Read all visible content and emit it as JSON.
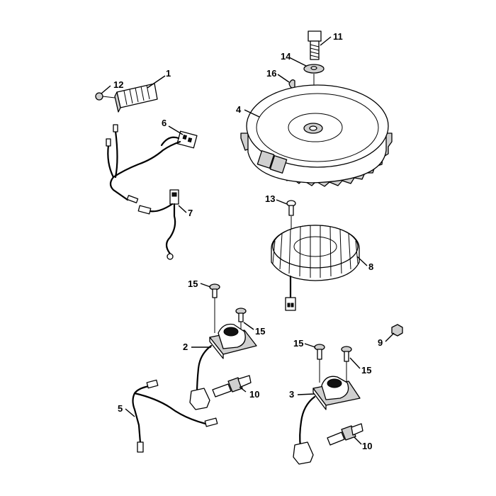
{
  "callouts": [
    {
      "id": "c1",
      "text": "1"
    },
    {
      "id": "c12",
      "text": "12"
    },
    {
      "id": "c6",
      "text": "6"
    },
    {
      "id": "c7",
      "text": "7"
    },
    {
      "id": "c11",
      "text": "11"
    },
    {
      "id": "c14",
      "text": "14"
    },
    {
      "id": "c16",
      "text": "16"
    },
    {
      "id": "c4",
      "text": "4"
    },
    {
      "id": "c13",
      "text": "13"
    },
    {
      "id": "c8",
      "text": "8"
    },
    {
      "id": "c15a",
      "text": "15"
    },
    {
      "id": "c15b",
      "text": "15"
    },
    {
      "id": "c2",
      "text": "2"
    },
    {
      "id": "c10a",
      "text": "10"
    },
    {
      "id": "c5",
      "text": "5"
    },
    {
      "id": "c9",
      "text": "9"
    },
    {
      "id": "c15c",
      "text": "15"
    },
    {
      "id": "c15d",
      "text": "15"
    },
    {
      "id": "c3",
      "text": "3"
    },
    {
      "id": "c10b",
      "text": "10"
    }
  ]
}
